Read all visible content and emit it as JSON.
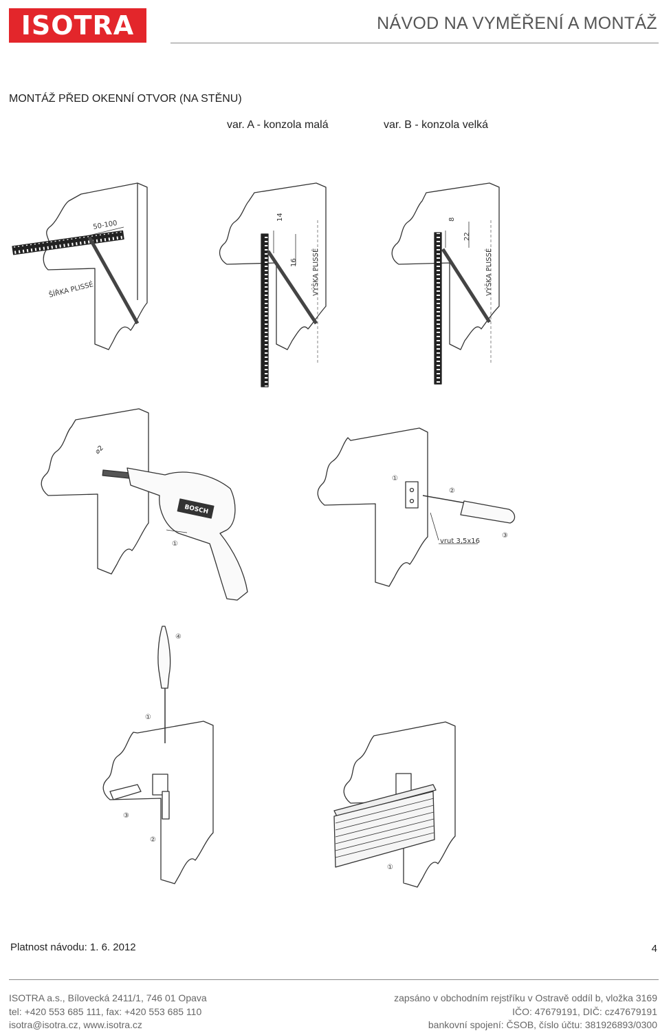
{
  "header": {
    "logo_text": "ISOTRA",
    "title": "NÁVOD NA VYMĚŘENÍ A MONTÁŽ"
  },
  "section": {
    "title": "MONTÁŽ PŘED OKENNÍ OTVOR (NA STĚNU)",
    "variant_a": "var. A - konzola malá",
    "variant_b": "var. B - konzola velká"
  },
  "figures": {
    "width_label": "ŠÍŘKA PLISSÉ",
    "width_range": "50-100",
    "height_label": "VÝŠKA PLISSÉ",
    "dim_14": "14",
    "dim_16": "16",
    "dim_8": "8",
    "dim_22": "22",
    "drill_diameter": "⌀2",
    "drill_brand": "BOSCH",
    "screw_label": "vrut 3,5x16",
    "step_1": "①",
    "step_2": "②",
    "step_3": "③",
    "step_4": "④"
  },
  "colors": {
    "brand_red": "#e3262b",
    "line": "#333333"
  },
  "footer": {
    "validity": "Platnost návodu: 1. 6. 2012",
    "page_number": "4",
    "left_lines": [
      "ISOTRA a.s., Bílovecká 2411/1, 746 01 Opava",
      "tel: +420 553 685 111, fax: +420 553 685 110",
      "isotra@isotra.cz, www.isotra.cz"
    ],
    "right_lines": [
      "zapsáno v obchodním rejstříku v Ostravě oddíl b, vložka 3169",
      "IČO: 47679191, DIČ: cz47679191",
      "bankovní spojení: ČSOB, číslo účtu: 381926893/0300"
    ]
  }
}
